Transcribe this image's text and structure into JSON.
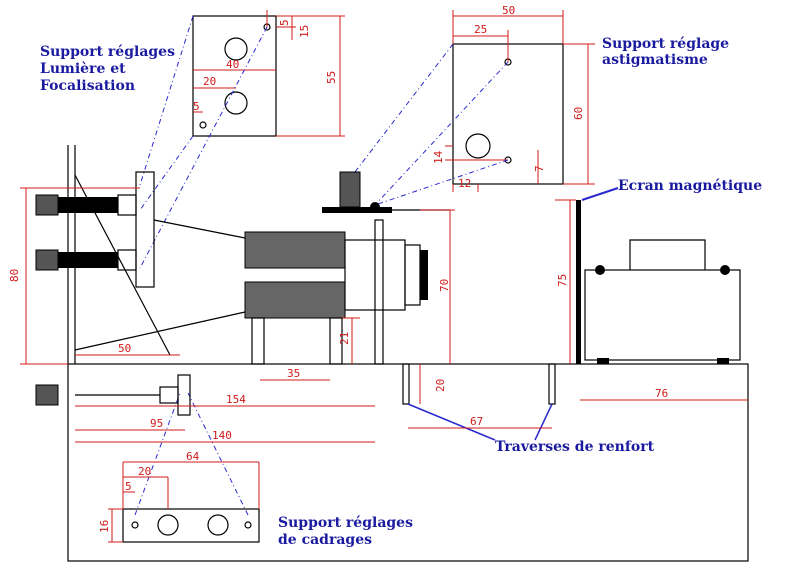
{
  "labels": {
    "support_lumiere": [
      "Support réglages",
      "Lumière  et",
      "Focalisation"
    ],
    "support_astig": [
      "Support  réglage",
      "astigmatisme"
    ],
    "ecran": "Ecran  magnétique",
    "traverses": "Traverses  de  renfort",
    "support_cadrages": [
      "Support  réglages",
      "de  cadrages"
    ]
  },
  "dims": {
    "p1_5": "5",
    "p1_15": "15",
    "p1_40": "40",
    "p1_55": "55",
    "p1_20": "20",
    "p1_5b": "5",
    "p2_50": "50",
    "p2_25": "25",
    "p2_60": "60",
    "p2_14": "14",
    "p2_12": "12",
    "p2_7": "7",
    "h80": "80",
    "w50": "50",
    "h70": "70",
    "h75": "75",
    "h21": "21",
    "w35": "35",
    "h20": "20",
    "w154": "154",
    "w67": "67",
    "w76": "76",
    "w95": "95",
    "w140": "140",
    "p3_64": "64",
    "p3_20": "20",
    "p3_5": "5",
    "p3_16": "16"
  }
}
